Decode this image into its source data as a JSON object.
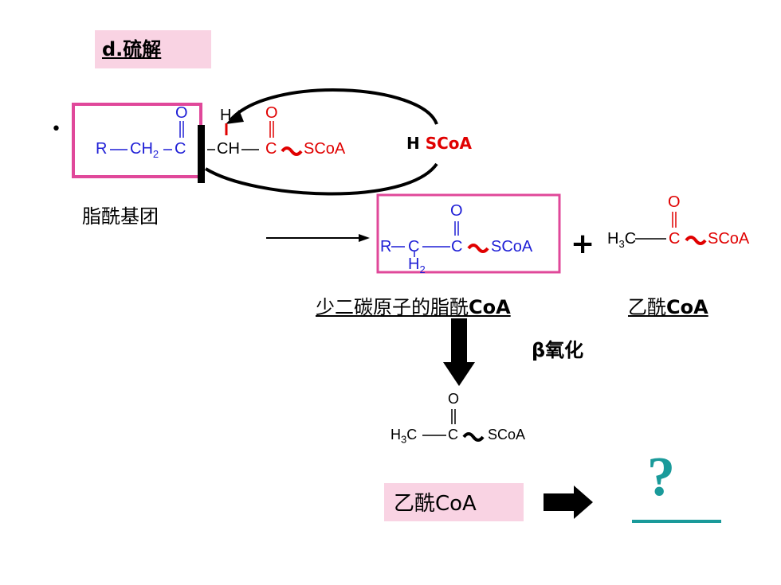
{
  "title": "d.硫解",
  "bullet": "•",
  "substrate": {
    "left_group": "R",
    "ch2": "CH",
    "ch2_sub": "2",
    "carbonyl_c": "C",
    "carbonyl_o": "O",
    "h": "H",
    "ch": "CH",
    "c2": "C",
    "o2": "O",
    "scoa": "SCoA"
  },
  "hscoa": {
    "h": "H",
    "scoa": "SCoA"
  },
  "acyl_group_label": "脂酰基团",
  "product1": {
    "r": "R",
    "c": "C",
    "h2": "H",
    "h2_sub": "2",
    "c2": "C",
    "o": "O",
    "scoa": "SCoA",
    "caption": "少二碳原子的脂酰",
    "caption_bold": "CoA"
  },
  "plus": "+",
  "product2": {
    "h3c": "H",
    "h3c_sub": "3",
    "h3c_c": "C",
    "c": "C",
    "o": "O",
    "scoa": "SCoA",
    "caption": "乙酰",
    "caption_bold": "CoA"
  },
  "beta_label": "β氧化",
  "product3": {
    "h3c": "H",
    "h3c_sub": "3",
    "h3c_c": "C",
    "c": "C",
    "o": "O",
    "scoa": "SCoA"
  },
  "acetyl_coa": "乙酰CoA",
  "question": "?",
  "colors": {
    "pink_box": "#e0489a",
    "pink_fill": "#f9d3e3",
    "blue": "#1f1fd6",
    "red": "#e00000",
    "teal": "#1a9a9a"
  }
}
